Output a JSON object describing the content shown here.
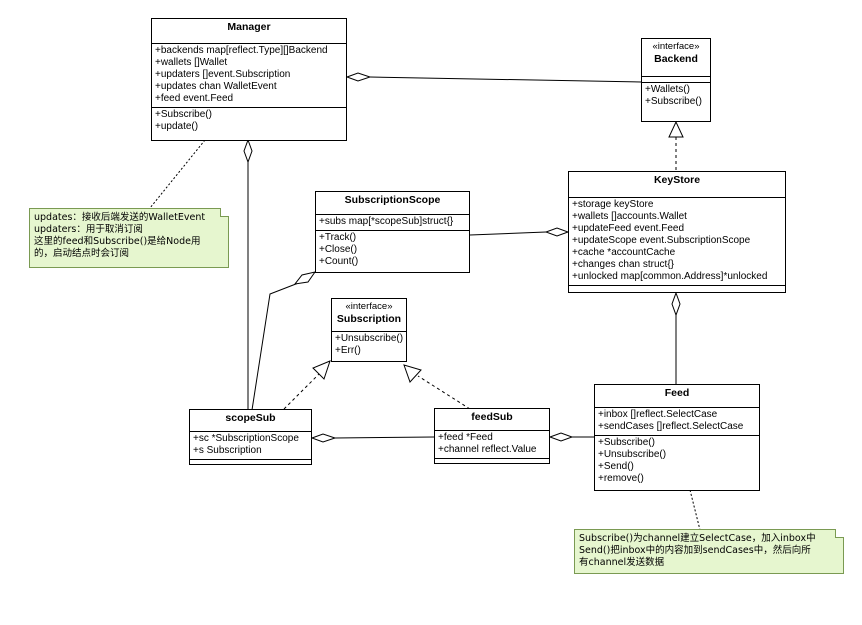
{
  "classes": {
    "manager": {
      "name": "Manager",
      "attributes": [
        "+backends map[reflect.Type][]Backend",
        "+wallets  []Wallet",
        "+updaters []event.Subscription",
        "+updates  chan WalletEvent",
        "+feed event.Feed"
      ],
      "methods": [
        "+Subscribe()",
        "+update()"
      ]
    },
    "backend": {
      "stereotype": "«interface»",
      "name": "Backend",
      "attributes": [],
      "methods": [
        "+Wallets()",
        "+Subscribe()"
      ]
    },
    "subscription_scope": {
      "name": "SubscriptionScope",
      "attributes": [
        "+subs map[*scopeSub]struct{}"
      ],
      "methods": [
        "+Track()",
        "+Close()",
        "+Count()"
      ]
    },
    "keystore": {
      "name": "KeyStore",
      "attributes": [
        "+storage keyStore",
        "+wallets []accounts.Wallet",
        "+updateFeed event.Feed",
        "+updateScope event.SubscriptionScope",
        "+cache *accountCache",
        "+changes chan struct{}",
        "+unlocked map[common.Address]*unlocked"
      ],
      "methods": []
    },
    "subscription": {
      "stereotype": "«interface»",
      "name": "Subscription",
      "attributes": [],
      "methods": [
        "+Unsubscribe()",
        "+Err()"
      ]
    },
    "scope_sub": {
      "name": "scopeSub",
      "attributes": [
        "+sc *SubscriptionScope",
        "+s Subscription"
      ],
      "methods": []
    },
    "feed_sub": {
      "name": "feedSub",
      "attributes": [
        "+feed *Feed",
        "+channel reflect.Value"
      ],
      "methods": []
    },
    "feed": {
      "name": "Feed",
      "attributes": [
        "+inbox []reflect.SelectCase",
        "+sendCases []reflect.SelectCase"
      ],
      "methods": [
        "+Subscribe()",
        "+Unsubscribe()",
        "+Send()",
        "+remove()"
      ]
    }
  },
  "notes": {
    "manager_note": [
      "updates：接收后端发送的WalletEvent",
      "updaters：用于取消订阅",
      "这里的feed和Subscribe()是给Node用",
      "的，启动结点时会订阅"
    ],
    "feed_note": [
      "Subscribe()为channel建立SelectCase，加入inbox中",
      "Send()把inbox中的内容加到sendCases中，然后向所",
      "有channel发送数据"
    ]
  },
  "colors": {
    "note_fill": "#e6f6cf",
    "note_border": "#7a9a52",
    "line": "#000000"
  }
}
